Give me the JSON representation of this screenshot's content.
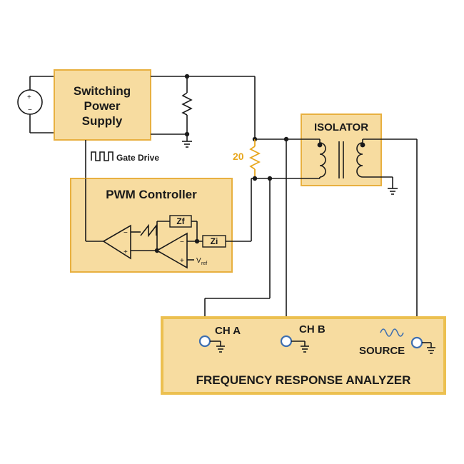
{
  "power_supply": {
    "line1": "Switching",
    "line2": "Power",
    "line3": "Supply"
  },
  "gate_drive": "Gate Drive",
  "pwm": {
    "title": "PWM Controller",
    "zf": "Zf",
    "zi": "Zi",
    "vref": "V",
    "vref_sub": "ref",
    "minus": "−",
    "plus": "+"
  },
  "resistor_value": "20",
  "isolator": {
    "title": "ISOLATOR"
  },
  "fra": {
    "title": "FREQUENCY RESPONSE ANALYZER",
    "ch_a": "CH A",
    "ch_b": "CH B",
    "source": "SOURCE"
  },
  "source_symbol": {
    "plus": "+",
    "minus": "−"
  },
  "colors": {
    "box_fill": "#f7dca0",
    "box_stroke": "#e8b040",
    "resistor_accent": "#e8a820",
    "jack_ring": "#3e6fb0",
    "wire": "#1a1a1a"
  }
}
